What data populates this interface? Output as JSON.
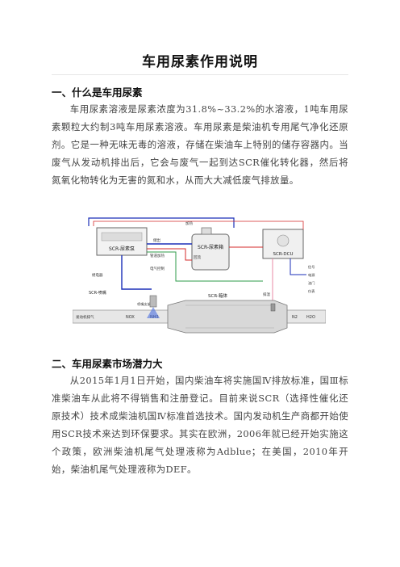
{
  "document": {
    "title": "车用尿素作用说明",
    "section1": {
      "heading": "一、什么是车用尿素",
      "body": "车用尿素溶液是尿素浓度为31.8%~33.2%的水溶液，1吨车用尿素颗粒大约制3吨车用尿素溶液。车用尿素是柴油机专用尾气净化还原剂。它是一种无味无毒的溶液，存储在柴油车上特别的储存容器内。当废气从发动机排出后，它会与废气一起到达SCR催化转化器，然后将氮氧化物转化为无害的氮和水，从而大大减低废气排放量。"
    },
    "section2": {
      "heading": "二、车用尿素市场潜力大",
      "body": "从2015年1月1日开始，国内柴油车将实施国Ⅳ排放标准，国Ⅲ标准柴油车从此将不得销售和注册登记。目前来说SCR（选择性催化还原技术）技术成柴油机国Ⅳ标准首选技术。国内发动机生产商都开始使用SCR技术来达到环保要求。其实在欧洲，2006年就已经开始实施这个政策，欧洲柴油机尾气处理液称为Adblue；在美国，2010年开始，柴油机尾气处理液称为DEF。"
    }
  },
  "diagram": {
    "pump_label": "SCR-尿素泵",
    "tank_label": "SCR-尿素箱",
    "dcu_label": "SCR-DCU",
    "fill_label": "加热",
    "supply_label": "储出",
    "return_label": "回流",
    "heat_label": "管道加热",
    "cable_label": "电气控制",
    "relay_label": "继电器",
    "injector_label": "SCR-喷嘴",
    "nozzle_label": "喷嘴支架",
    "box_label": "SCR-箱体",
    "exhaust_in_label": "发动机排气",
    "nox_label": "NOX",
    "nh3_label": "NH3",
    "n2_label": "N2",
    "h2o_label": "H2O",
    "temp_label": "排温",
    "signal_labels": [
      "信号",
      "电源",
      "油门",
      "仪表"
    ],
    "colors": {
      "blue": "#1b2fb8",
      "red": "#d42a2a",
      "green": "#2e9b4a",
      "pink": "#e98aa6",
      "gray": "#8c8c8c"
    }
  }
}
